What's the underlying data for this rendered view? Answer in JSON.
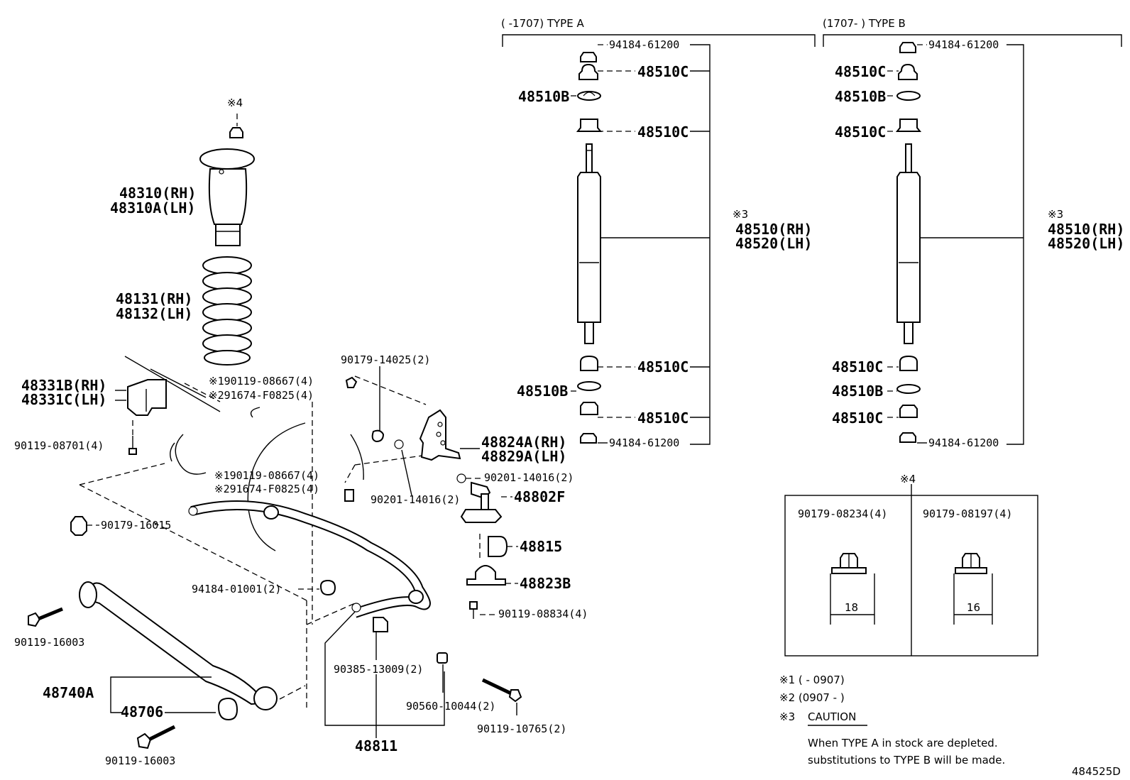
{
  "type_a_header": "(    -1707) TYPE A",
  "type_b_header": "(1707-     ) TYPE B",
  "note_ref_4_top": "※4",
  "note_ref_3": "※3",
  "note_ref_4_box": "※4",
  "parts": {
    "p48310rh": "48310(RH)",
    "p48310alh": "48310A(LH)",
    "p48131rh": "48131(RH)",
    "p48132lh": "48132(LH)",
    "p48331brh": "48331B(RH)",
    "p48331clh": "48331C(LH)",
    "p9011908701": "90119-08701(4)",
    "p9017914025": "90179-14025(2)",
    "p1_9011908667_a": "※190119-08667(4)",
    "p2_91674f0825_a": "※291674-F0825(4)",
    "p1_9011908667_b": "※190119-08667(4)",
    "p2_91674f0825_b": "※291674-F0825(4)",
    "p48824arh": "48824A(RH)",
    "p48829alh": "48829A(LH)",
    "p9020114016_a": "90201-14016(2)",
    "p9020114016_b": "90201-14016(2)",
    "p48802f": "48802F",
    "p9017916015": "90179-16015",
    "p48815": "48815",
    "p48823b": "48823B",
    "p9418401001": "94184-01001(2)",
    "p9011908834": "90119-08834(4)",
    "p9011916003_a": "90119-16003",
    "p9011916003_b": "90119-16003",
    "p9038513009": "90385-13009(2)",
    "p48740a": "48740A",
    "p48706": "48706",
    "p9056010044": "90560-10044(2)",
    "p9011910765": "90119-10765(2)",
    "p48811": "48811",
    "a_nut_top": "94184-61200",
    "a_c1": "48510C",
    "a_b1": "48510B",
    "a_c2": "48510C",
    "a_rh": "48510(RH)",
    "a_lh": "48520(LH)",
    "a_c3": "48510C",
    "a_b2": "48510B",
    "a_c4": "48510C",
    "a_nut_bot": "94184-61200",
    "b_nut_top": "94184-61200",
    "b_c1": "48510C",
    "b_b1": "48510B",
    "b_c2": "48510C",
    "b_rh": "48510(RH)",
    "b_lh": "48520(LH)",
    "b_c3": "48510C",
    "b_b2": "48510B",
    "b_c4": "48510C",
    "b_nut_bot": "94184-61200"
  },
  "nut_table": {
    "col1": "90179-08234(4)",
    "col2": "90179-08197(4)",
    "dim1": "18",
    "dim2": "16"
  },
  "notes": {
    "n1": "※1 (        - 0907)",
    "n2": "※2 (0907 -        )",
    "n3_prefix": "※3",
    "n3_caution": "CAUTION",
    "line1": "When TYPE A in stock are depleted.",
    "line2": "substitutions to TYPE B will be made."
  },
  "figure_id": "484525D"
}
